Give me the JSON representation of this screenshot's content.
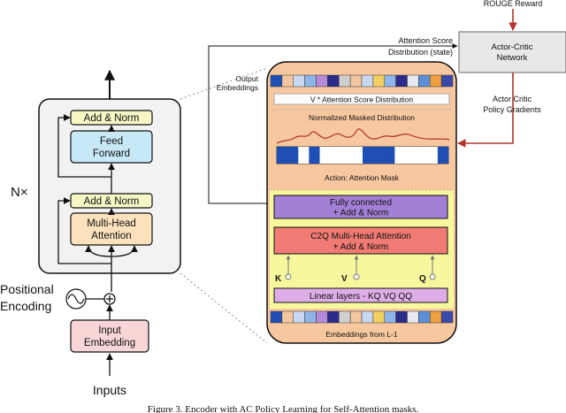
{
  "transformer": {
    "nx_label": "N×",
    "inputs_label": "Inputs",
    "output_label": "",
    "input_embedding": [
      "Input",
      "Embedding"
    ],
    "positional_encoding": [
      "Positional",
      "Encoding"
    ],
    "add_norm_top": "Add & Norm",
    "feed_forward": [
      "Feed",
      "Forward"
    ],
    "add_norm_bottom": "Add & Norm",
    "multi_head": [
      "Multi-Head",
      "Attention"
    ]
  },
  "reward": {
    "rouge_label": "ROUGE Reward",
    "actor_critic_network": [
      "Actor-Critic",
      "Network"
    ],
    "actor_critic_gradients": [
      "Actor Critic",
      "Policy Gradients"
    ],
    "attention_score_state": [
      "Attention Score",
      "Distribution (state)"
    ],
    "output_embeddings": [
      "Output",
      "Embeddings"
    ]
  },
  "layer": {
    "v_attention": "V * Attention Score Distribution",
    "normalized_masked": "Normalized Masked Distribution",
    "action_mask": "Action: Attention Mask",
    "fully_connected": [
      "Fully connected",
      "+ Add & Norm"
    ],
    "c2q": [
      "C2Q Multi-Head Attention",
      "+ Add & Norm"
    ],
    "k": "K",
    "v": "V",
    "q": "Q",
    "linear_layers": "Linear layers - KQ VQ QQ",
    "embeddings_from": "Embeddings from L-1"
  },
  "caption": "Figure 3. Encoder with AC Policy Learning for Self-Attention masks.",
  "colors": {
    "stack_bg": "#f2f2f2",
    "add_norm": "#f6f7c4",
    "feed_forward": "#c7e8f7",
    "attention": "#fce1bd",
    "embedding": "#f8d6d6",
    "layer_bg": "#f7c89f",
    "layer_yellow": "#f7f89d",
    "fc": "#a47fd6",
    "c2q": "#ef7b74",
    "linear": "#ddaee5",
    "mask_blue": "#1f4fb4",
    "arrow_red": "#b0322b"
  },
  "emb_strip_top": [
    "#1f4fb4",
    "#f2c6a0",
    "#c8d8f0",
    "#8fb5e8",
    "#b58ad8",
    "#2b2b8a",
    "#cfcfcf",
    "#f2c6a0",
    "#c8d8f0",
    "#f0d060",
    "#8fb5e8",
    "#2b2b8a",
    "#e8e8f0",
    "#5b8fd8",
    "#f0a040",
    "#3a4aa8"
  ],
  "emb_strip_bottom": [
    "#1f4fb4",
    "#f2c6a0",
    "#c8d8f0",
    "#8fb5e8",
    "#b58ad8",
    "#2b2b8a",
    "#cfcfcf",
    "#f2c6a0",
    "#c8d8f0",
    "#f0d060",
    "#8fb5e8",
    "#2b2b8a",
    "#e8e8f0",
    "#5b8fd8",
    "#f0a040",
    "#3a4aa8"
  ],
  "mask_pattern": [
    "blue",
    "blue",
    "white",
    "blue",
    "white",
    "white",
    "white",
    "white",
    "blue",
    "blue",
    "blue",
    "white",
    "white",
    "white",
    "white",
    "blue"
  ]
}
